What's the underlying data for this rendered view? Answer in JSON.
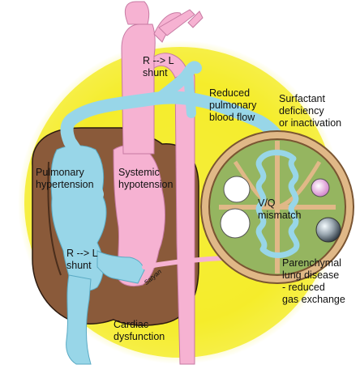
{
  "labels": {
    "shunt_top": "R --> L\nshunt",
    "reduced_flow": "Reduced\npulmonary\nblood flow",
    "surfactant": "Surfactant\ndeficiency\nor inactivation",
    "pulmonary_htn": "Pulmonary\nhypertension",
    "systemic_hypo": "Systemic\nhypotension",
    "vq": "V/Q\nmismatch",
    "shunt_heart": "R --> L\nshunt",
    "parenchymal": "Parenchymal\nlung disease\n- reduced\ngas exchange",
    "cardiac": "Cardiac\ndysfunction",
    "signature": "Satyan"
  },
  "colors": {
    "yellow_glow": "#f5ec2b",
    "pink_vessel": "#f6b2d2",
    "blue_vessel": "#98d6e8",
    "heart_brown": "#8a5a3a",
    "lung_tan": "#e0b887",
    "lung_green": "#95b560"
  }
}
